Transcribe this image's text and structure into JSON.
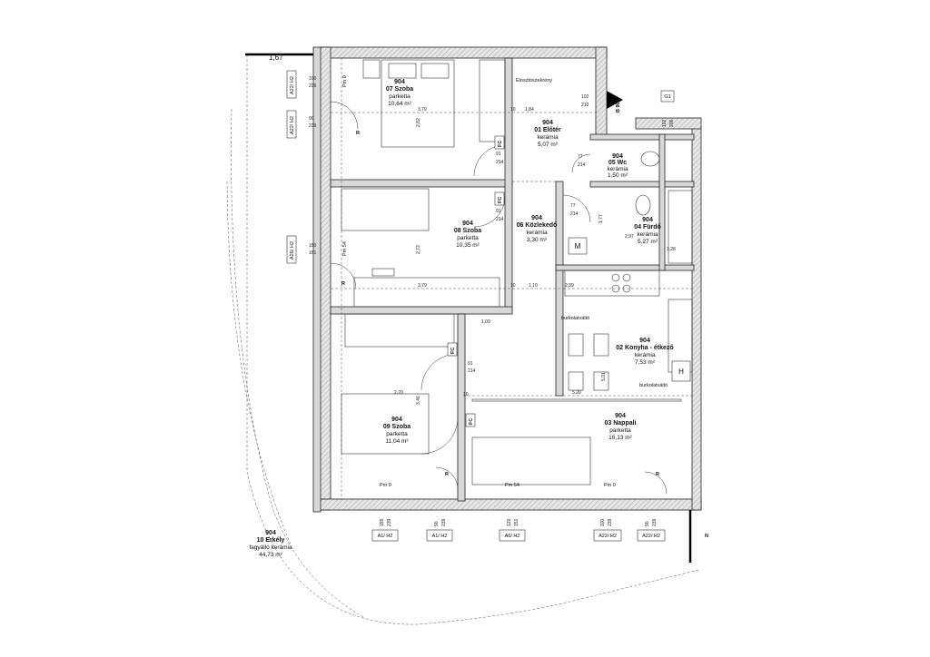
{
  "rooms": {
    "szoba07": {
      "num": "904",
      "name": "07 Szoba",
      "mat": "parketta",
      "area": "10,64 m²"
    },
    "eloter01": {
      "num": "904",
      "name": "01 Előtér",
      "mat": "kerámia",
      "area": "5,07 m²"
    },
    "wc05": {
      "num": "904",
      "name": "05 Wc",
      "mat": "kerámia",
      "area": "1,50 m²"
    },
    "szoba08": {
      "num": "904",
      "name": "08 Szoba",
      "mat": "parketta",
      "area": "10,35 m²"
    },
    "kozlekedo06": {
      "num": "904",
      "name": "06 Közlekedő",
      "mat": "kerámia",
      "area": "3,30 m²"
    },
    "furdo04": {
      "num": "904",
      "name": "04 Fürdő",
      "mat": "kerámia",
      "area": "5,27 m²"
    },
    "konyha02": {
      "num": "904",
      "name": "02 Konyha - étkező",
      "mat": "kerámia",
      "area": "7,53 m²"
    },
    "szoba09": {
      "num": "904",
      "name": "09 Szoba",
      "mat": "parketta",
      "area": "11,04 m²"
    },
    "nappali03": {
      "num": "904",
      "name": "03 Nappali",
      "mat": "parketta",
      "area": "16,13 m²"
    },
    "erkely10": {
      "num": "904",
      "name": "10 Erkély",
      "mat": "fagyálló kerámia",
      "area": "44,73 m²"
    }
  },
  "window_tags": {
    "w1": "A22/ H2",
    "w2": "A22/ H2",
    "w3": "A26/ H2",
    "b1": "A1/ H2",
    "b2": "A1/ H2",
    "b3": "A6/ H2",
    "b4": "A22/ H2",
    "b5": "A22/ H2"
  },
  "labels": {
    "section": "B 904",
    "g1": "G1",
    "elosztodoboz": "Elosztószekrény",
    "burkolat1": "burkolatváltó",
    "burkolat2": "burkolatváltó",
    "fc1": "FC",
    "fc2": "FC",
    "fc3": "FC",
    "fc4": "FC",
    "r1": "R",
    "r2": "R",
    "r3": "R",
    "r4": "R",
    "m": "M",
    "h": "H",
    "pm1": "Pm 0",
    "pm2": "Pm 54",
    "pm3": "Pm 0",
    "pm4": "Pm 0",
    "pm5": "Pm 54",
    "level_top": "1,67",
    "north_mark": "N"
  },
  "dims": {
    "d100": "100",
    "d239": "239",
    "d90": "90",
    "d239b": "239",
    "d150": "150",
    "d151": "151",
    "d91a": "91",
    "d214a": "214",
    "d91b": "91",
    "d214b": "214",
    "d91c": "91",
    "d214c": "214",
    "d77a": "77",
    "d214d": "214",
    "d77b": "77",
    "d214e": "214",
    "d102": "102",
    "d210": "210",
    "d102b": "102",
    "d206": "206",
    "d379a": "3,79",
    "d379b": "3,79",
    "d282": "2,82",
    "d273": "2,73",
    "d270": "2,70",
    "d346": "3,46",
    "d184": "1,84",
    "d177": "1,77",
    "d110": "1,10",
    "d109": "1,09",
    "d501": "5,01",
    "d520": "5,20",
    "d297": "2,97",
    "d128": "1,28",
    "d239c": "2,39",
    "d10a": "10",
    "d10b": "10",
    "d10c": "10",
    "b155": "155",
    "b239a": "239",
    "b90": "90",
    "b239b": "239",
    "b120": "120",
    "b151": "151",
    "b100": "100",
    "b239c": "239",
    "b90b": "90",
    "b239d": "239"
  }
}
